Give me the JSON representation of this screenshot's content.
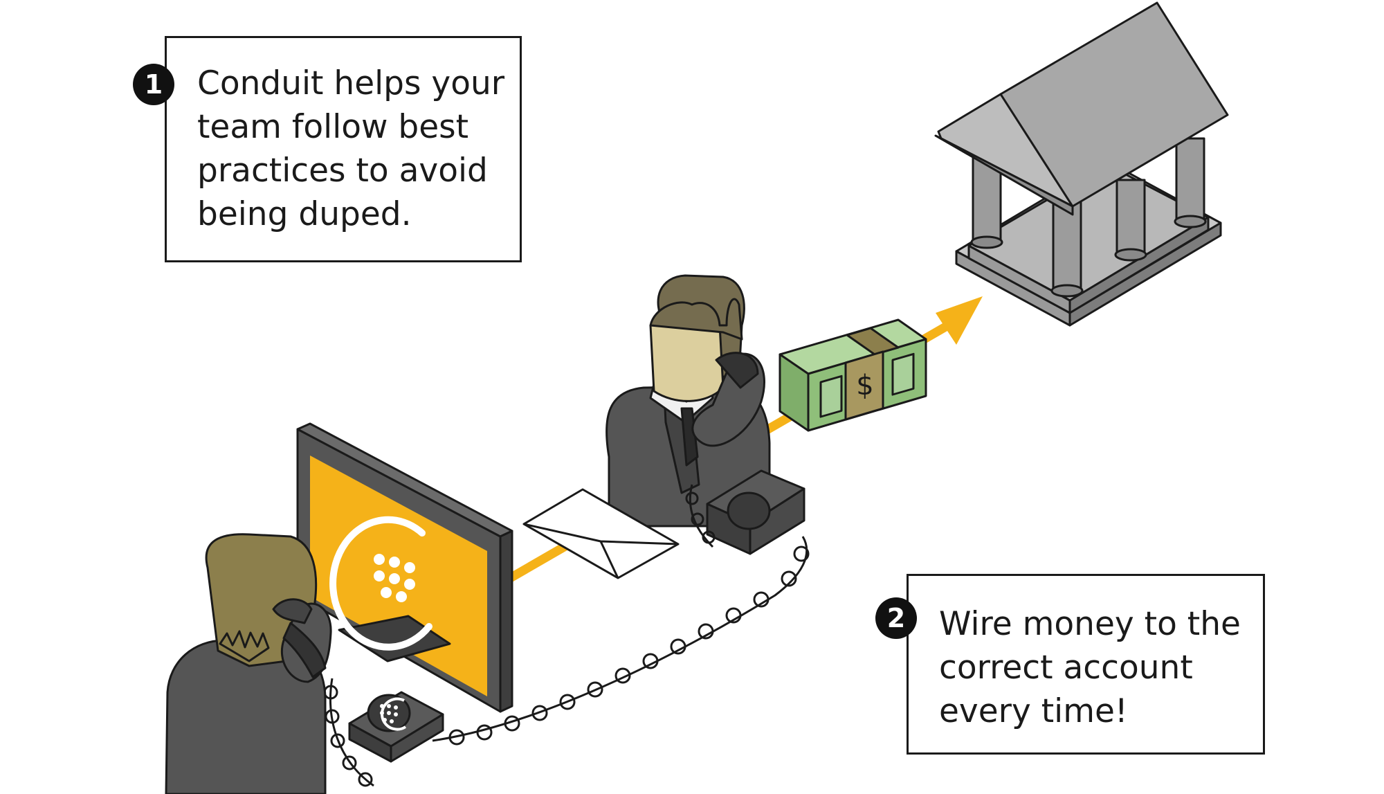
{
  "callouts": [
    {
      "number": "1",
      "text": "Conduit helps your\nteam follow best\npractices to avoid\nbeing duped."
    },
    {
      "number": "2",
      "text": "Wire money to the\ncorrect account\nevery time!"
    }
  ],
  "cash_symbol": "$",
  "colors": {
    "accent": "#F5B219",
    "suit": "#555555",
    "outline": "#1a1a1a",
    "skin": "#DCCF9E",
    "hair_front": "#8C7F4C",
    "hair_back": "#756C4F",
    "money": "#8FBF7A",
    "bank": "#A9A9A9"
  },
  "icons": [
    "monitor-icon",
    "conduit-logo-icon",
    "envelope-icon",
    "cash-stack-icon",
    "bank-building-icon",
    "desk-phone-icon",
    "person-icon",
    "arrow-icon"
  ]
}
